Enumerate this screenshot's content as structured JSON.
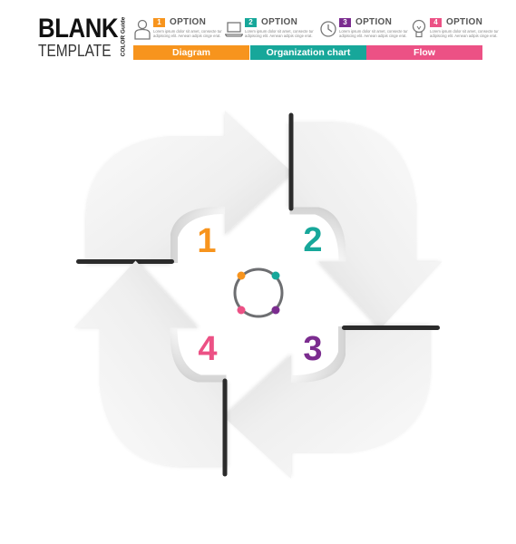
{
  "header": {
    "brand_title": "BLANK",
    "brand_subtitle": "TEMPLATE",
    "guide_label": "COLOR Guide"
  },
  "options": [
    {
      "number": "1",
      "title": "OPTION",
      "color": "#f7941d",
      "icon": "person-icon",
      "text": "Lorem ipsum dolor sit amet, consecte tur adipiscing elit. Aenean adipis cinge erat."
    },
    {
      "number": "2",
      "title": "OPTION",
      "color": "#17a79a",
      "icon": "laptop-icon",
      "text": "Lorem ipsum dolor sit amet, consecte tur adipiscing elit. Aenean adipis cinge erat."
    },
    {
      "number": "3",
      "title": "OPTION",
      "color": "#7b2c8f",
      "icon": "clock-icon",
      "text": "Lorem ipsum dolor sit amet, consecte tur adipiscing elit. Aenean adipis cinge erat."
    },
    {
      "number": "4",
      "title": "OPTION",
      "color": "#ec5185",
      "icon": "lightbulb-icon",
      "text": "Lorem ipsum dolor sit amet, consecte tur adipiscing elit. Aenean adipis cinge erat."
    }
  ],
  "category_bars": [
    {
      "label": "Diagram",
      "color": "#f7941d"
    },
    {
      "label": "Organization chart",
      "color": "#17a79a"
    },
    {
      "label": "Flow",
      "color": "#ec5185"
    }
  ],
  "diagram": {
    "steps": [
      {
        "number": "1",
        "color": "#f7941d"
      },
      {
        "number": "2",
        "color": "#17a79a"
      },
      {
        "number": "3",
        "color": "#7b2c8f"
      },
      {
        "number": "4",
        "color": "#ec5185"
      }
    ],
    "arrow_color": "#ececec",
    "ring_color": "#6d6e71"
  }
}
